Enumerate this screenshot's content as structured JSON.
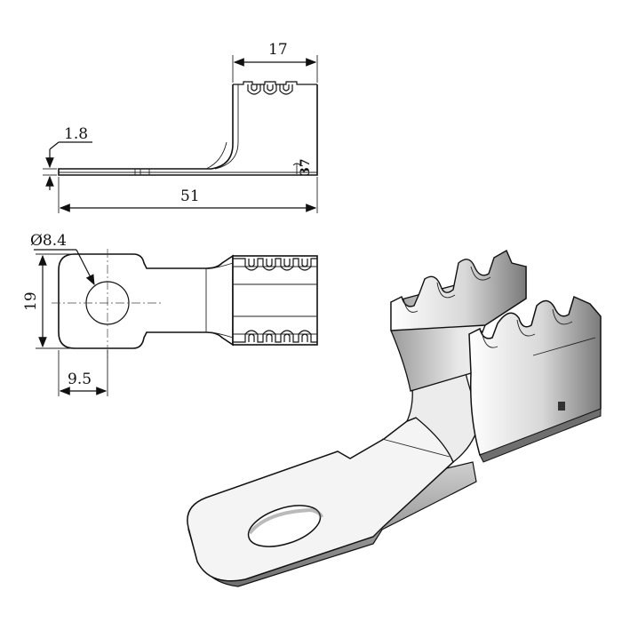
{
  "drawing": {
    "side_view": {
      "dim_width_top": "17",
      "dim_thickness": "1.8",
      "dim_length": "51",
      "dim_tube": "37"
    },
    "top_view": {
      "dim_hole": "Ø8.4",
      "dim_height": "19",
      "dim_hole_offset": "9.5"
    }
  },
  "colors": {
    "line": "#111111",
    "shade_light": "#f2f2f2",
    "shade_dark": "#8a8a8a"
  }
}
